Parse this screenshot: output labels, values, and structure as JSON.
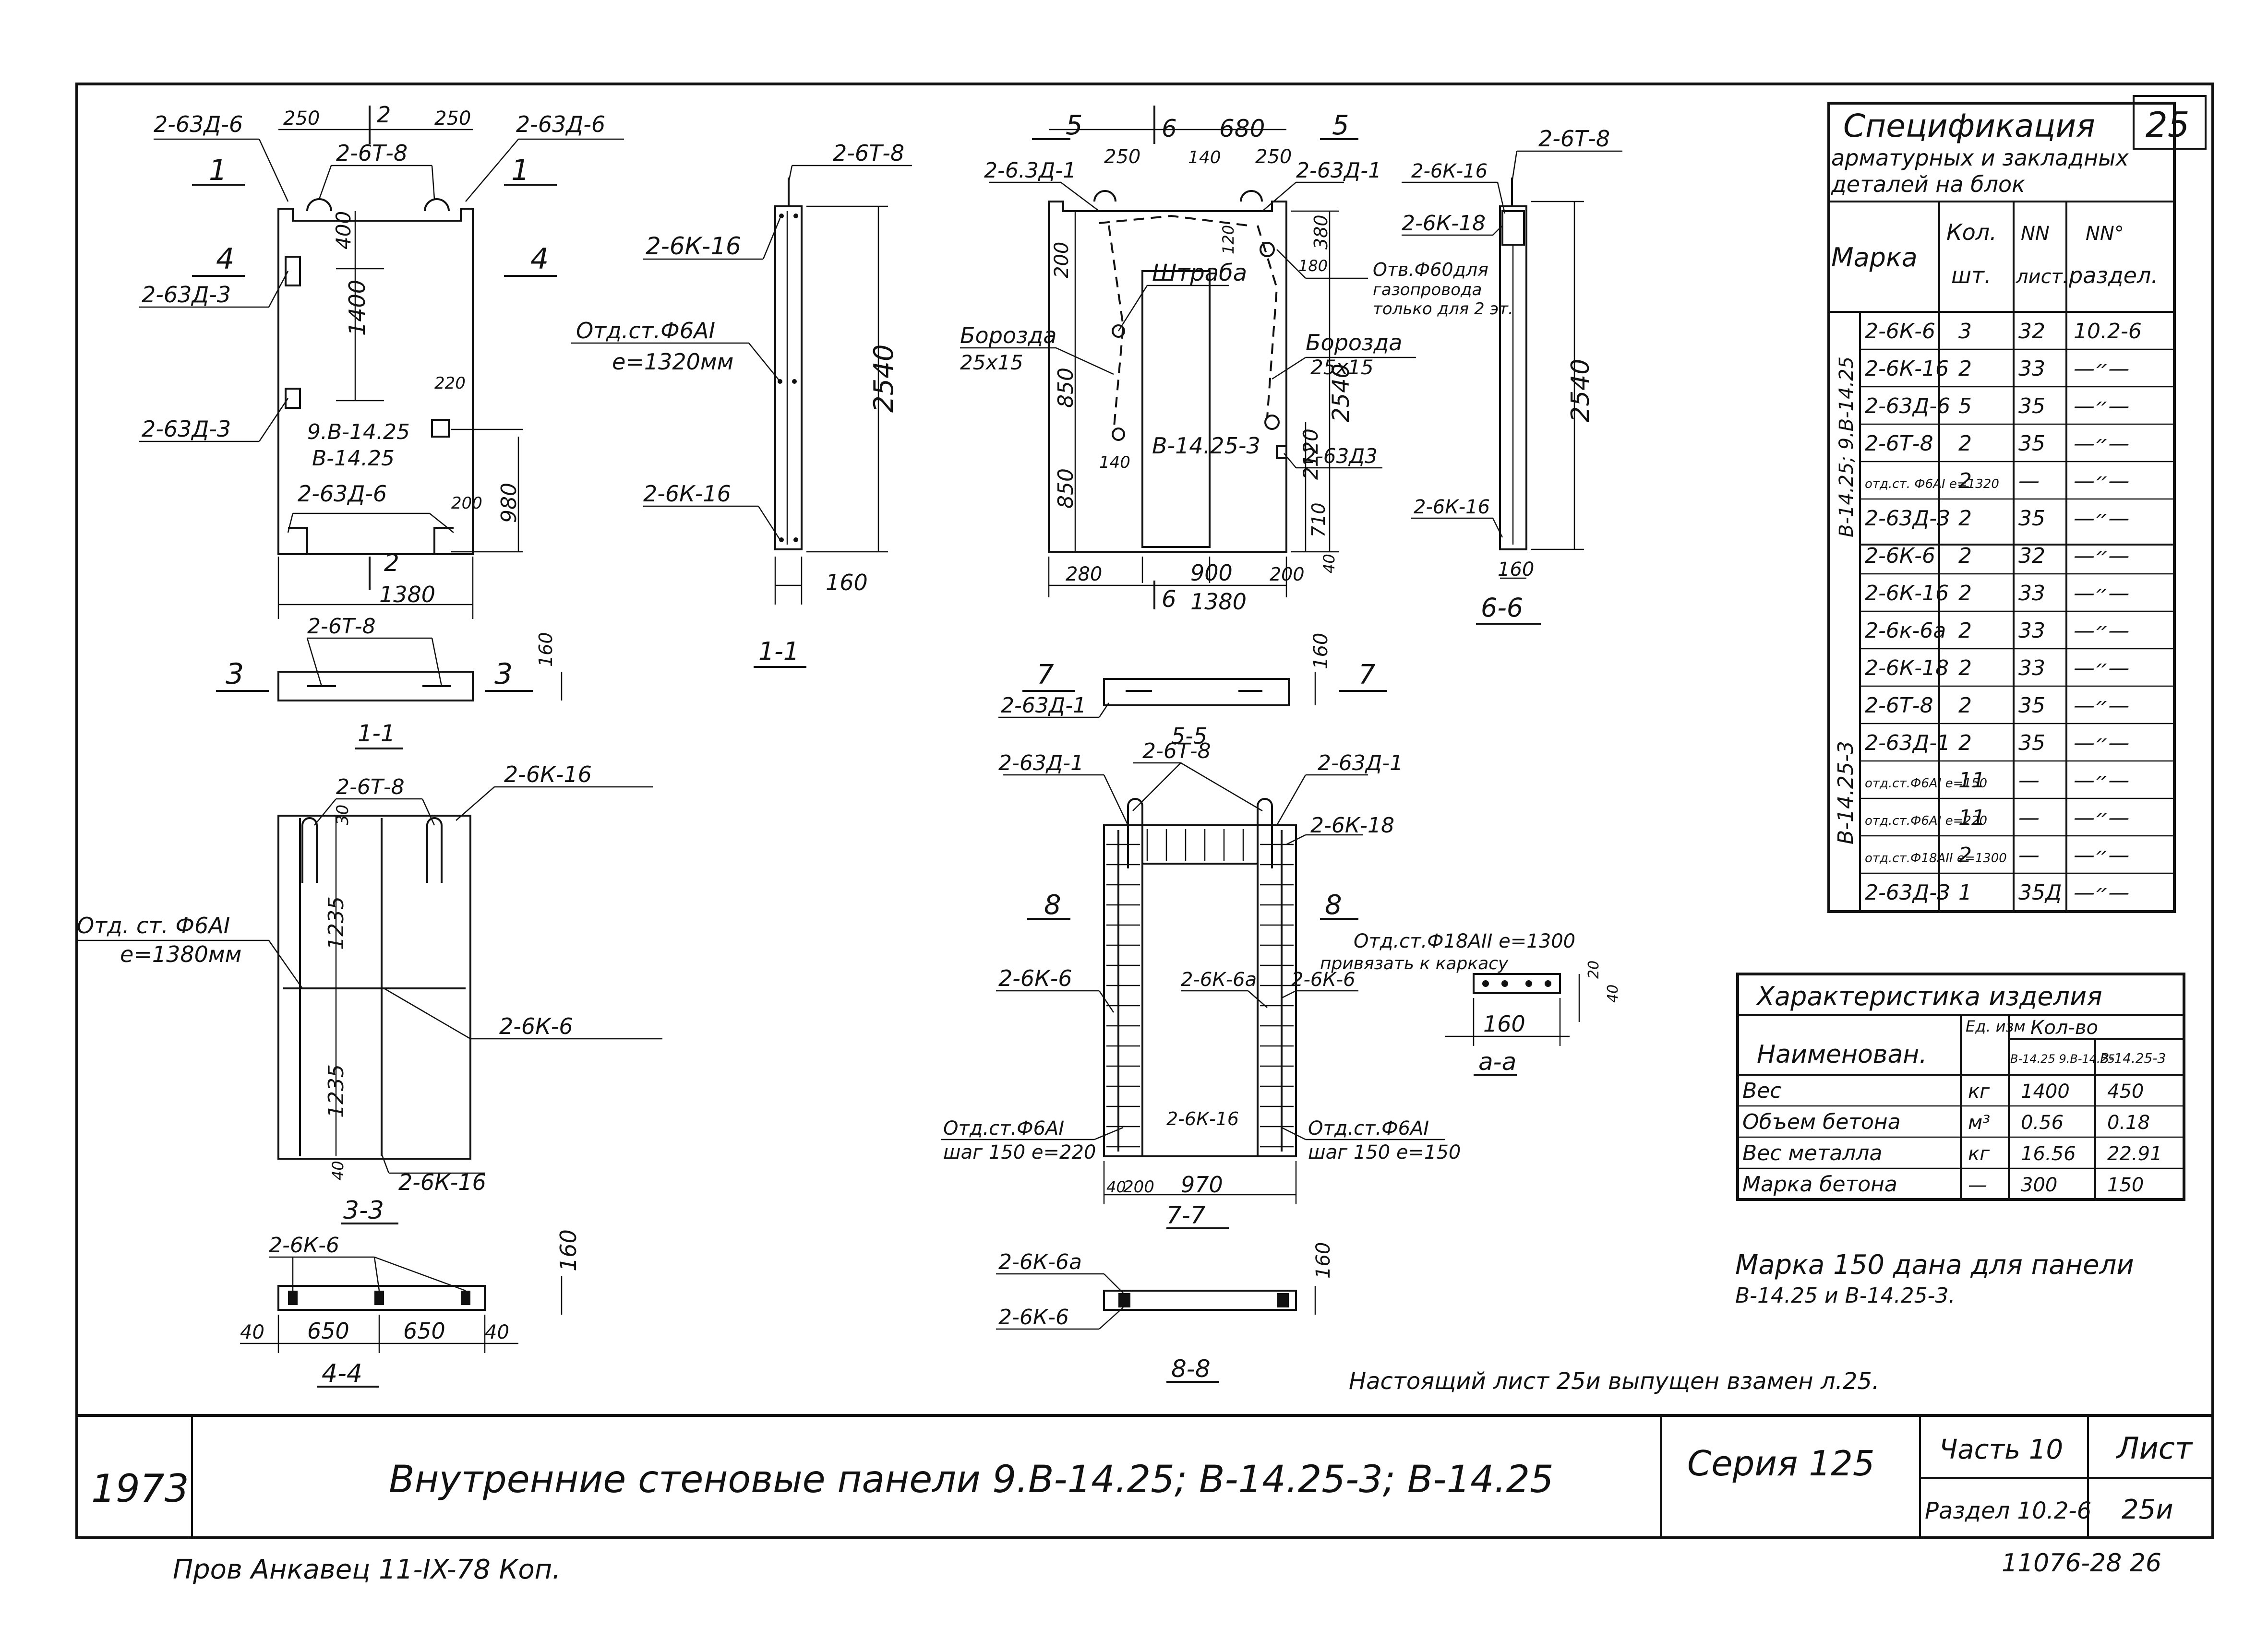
{
  "sheet_number": "25",
  "spec": {
    "title": "Спецификация",
    "subtitle1": "арматурных и закладных",
    "subtitle2": "деталей на блок",
    "headers": {
      "marka": "Марка",
      "kol": "Кол.",
      "sht": "шт.",
      "nn": "NN",
      "list": "лист.",
      "nn2": "NN°",
      "razdel": "раздел."
    },
    "group1": "В-14.25; 9.В-14.25",
    "group2": "В-14.25-3",
    "rows": [
      [
        "2-6К-6",
        "3",
        "32",
        "10.2-6"
      ],
      [
        "2-6К-16",
        "2",
        "33",
        "—״—"
      ],
      [
        "2-63Д-6",
        "5",
        "35",
        "—״—"
      ],
      [
        "2-6Т-8",
        "2",
        "35",
        "—״—"
      ],
      [
        "отд.ст. Ф6АI е=1320",
        "2",
        "—",
        "—״—"
      ],
      [
        "2-63Д-3",
        "2",
        "35",
        "—״—"
      ],
      [
        "2-6К-6",
        "2",
        "32",
        "—״—"
      ],
      [
        "2-6К-16",
        "2",
        "33",
        "—״—"
      ],
      [
        "2-6к-6а",
        "2",
        "33",
        "—״—"
      ],
      [
        "2-6К-18",
        "2",
        "33",
        "—״—"
      ],
      [
        "2-6Т-8",
        "2",
        "35",
        "—״—"
      ],
      [
        "2-63Д-1",
        "2",
        "35",
        "—״—"
      ],
      [
        "отд.ст.Ф6АI е=150",
        "11",
        "—",
        "—״—"
      ],
      [
        "отд.ст.Ф6АI е=220",
        "11",
        "—",
        "—״—"
      ],
      [
        "отд.ст.Ф18АII е=1300",
        "2",
        "—",
        "—״—"
      ],
      [
        "2-63Д-3",
        "1",
        "35Д",
        "—״—"
      ]
    ]
  },
  "characteristics": {
    "title": "Характеристика изделия",
    "h_name": "Наименован.",
    "h_unit": "Ед. изм",
    "h_qty": "Кол-во",
    "h_col1": "В-14.25 9.В-14.25",
    "h_col2": "В-14.25-3",
    "rows": [
      [
        "Вес",
        "кг",
        "1400",
        "450"
      ],
      [
        "Объем бетона",
        "м³",
        "0.56",
        "0.18"
      ],
      [
        "Вес металла",
        "кг",
        "16.56",
        "22.91"
      ],
      [
        "Марка бетона",
        "—",
        "300",
        "150"
      ]
    ]
  },
  "note_marka": "Марка 150 дана для панели",
  "note_marka2": "В-14.25 и В-14.25-3.",
  "note_issue": "Настоящий лист 25и выпущен взамен л.25.",
  "title_block": {
    "year": "1973",
    "title": "Внутренние стеновые панели 9.В-14.25; В-14.25-3; В-14.25",
    "series": "Серия 125",
    "part": "Часть 10",
    "section": "Раздел 10.2-6",
    "sheet_label": "Лист",
    "sheet_no": "25и"
  },
  "footer_left": "Пров  Анкавец  11-IX-78  Коп.",
  "footer_right": "11076-28  26",
  "labels": {
    "p1_tl": "2-63Д-6",
    "p1_tr": "2-63Д-6",
    "p1_top": "2-6Т-8",
    "d250a": "250",
    "d2": "2",
    "d250b": "250",
    "d400": "400",
    "d1400": "1400",
    "d980": "980",
    "d220": "220",
    "d200": "200",
    "d1380": "1380",
    "p1_d3a": "2-63Д-3",
    "p1_d3b": "2-63Д-3",
    "p1_name1": "9.В-14.25",
    "p1_name2": "В-14.25",
    "p1_d6": "2-63Д-6",
    "cut1": "1",
    "cut4": "4",
    "cut2": "2",
    "cut3": "3",
    "v11_t8": "2-6Т-8",
    "v11_k16a": "2-6К-16",
    "v11_rod": "Отд.ст.Ф6АI",
    "v11_rod2": "е=1320мм",
    "v11_k16b": "2-6К-16",
    "d2540": "2540",
    "d160": "160",
    "v11_name": "1-1",
    "p2_d1a": "2-6.3Д-1",
    "p2_d1b": "2-63Д-1",
    "p2_d5": "5",
    "p2_d6": "6",
    "p2_d680": "680",
    "p2_d140": "140",
    "p2_shtraba": "Штраба",
    "p2_boroz1": "Борозда",
    "p2_boroz1b": "25x15",
    "p2_boroz2": "Борозда",
    "p2_boroz2b": "25x15",
    "p2_hole": "Отв.Ф60для",
    "p2_hole2": "газопровода",
    "p2_hole3": "только для 2 эт.",
    "p2_name": "В-14.25-3",
    "p2_d3": "2-63Д3",
    "p2_d900": "900",
    "p2_d280": "280",
    "p2_d2120": "2120",
    "p2_d710": "710",
    "p2_d850a": "850",
    "p2_d850b": "850",
    "p2_d120": "120",
    "p2_d180": "180",
    "p2_d380": "380",
    "p2_d40": "40",
    "v66_t8": "2-6Т-8",
    "v66_k16a": "2-6К-16",
    "v66_k18": "2-6К-18",
    "v66_k16b": "2-6К-16",
    "v66_name": "6-6",
    "v33_t8": "2-6Т-8",
    "v33_name": "1-1",
    "v77_d1": "2-63Д-1",
    "v77_cut": "7",
    "v_b_t8": "2-6Т-8",
    "v_b_k16": "2-6К-16",
    "v_b_rod": "Отд. ст. Ф6АI",
    "v_b_rod2": "е=1380мм",
    "v_b_k6": "2-6К-6",
    "v_b_k16b": "2-6К-16",
    "v_b_d30": "30",
    "v_b_d1235a": "1235",
    "v_b_d1235b": "1235",
    "v_b_d40": "40",
    "v_b_name": "3-3",
    "v44_k6": "2-6К-6",
    "v44_d40a": "40",
    "v44_d650a": "650",
    "v44_d650b": "650",
    "v44_d40b": "40",
    "v44_name": "4-4",
    "v55_name": "5-5",
    "v55_t8": "2-6Т-8",
    "v55_d1a": "2-63Д-1",
    "v55_d1b": "2-63Д-1",
    "v55_k18": "2-6К-18",
    "v55_k6": "2-6К-6",
    "v55_k6a": "2-6К-6а",
    "v55_k6b": "2-6К-6",
    "v55_cut8": "8",
    "v55_rod18": "Отд.ст.Ф18АII е=1300",
    "v55_rod18b": "привязать к каркасу",
    "v55_rodL": "Отд.ст.Ф6АI",
    "v55_rodL2": "шаг 150 е=220",
    "v55_rodR": "Отд.ст.Ф6АI",
    "v55_rodR2": "шаг 150 е=150",
    "v55_k16": "2-6К-16",
    "v55_d970": "970",
    "v55_d200": "200",
    "v55_d40": "40",
    "v77_name": "7-7",
    "vaa_d160": "160",
    "vaa_d20": "20",
    "vaa_d40": "40",
    "vaa_name": "а-а",
    "v88_k6a": "2-6К-6а",
    "v88_k6": "2-6К-6",
    "v88_name": "8-8"
  }
}
